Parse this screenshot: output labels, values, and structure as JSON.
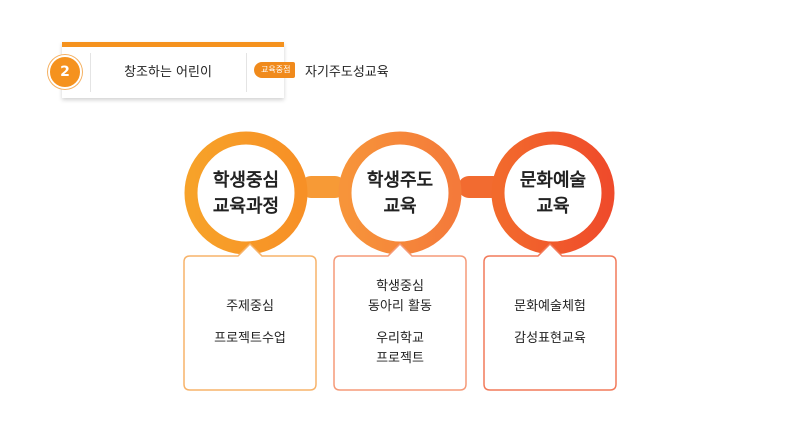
{
  "header": {
    "number": "2",
    "title": "창조하는 어린이",
    "tag": "교육중점",
    "tag_text": "자기주도성교육"
  },
  "colors": {
    "orange_light": "#f79a25",
    "orange_mid": "#f7803a",
    "red_orange": "#f0532b",
    "header_accent": "#f5921e"
  },
  "circles": [
    {
      "line1": "학생중심",
      "line2": "교육과정"
    },
    {
      "line1": "학생주도",
      "line2": "교육"
    },
    {
      "line1": "문화예술",
      "line2": "교육"
    }
  ],
  "boxes": [
    {
      "lines": [
        "주제중심",
        "프로젝트수업"
      ]
    },
    {
      "lines": [
        "학생중심",
        "동아리 활동",
        "우리학교",
        "프로젝트"
      ]
    },
    {
      "lines": [
        "문화예술체험",
        "감성표현교육"
      ]
    }
  ]
}
